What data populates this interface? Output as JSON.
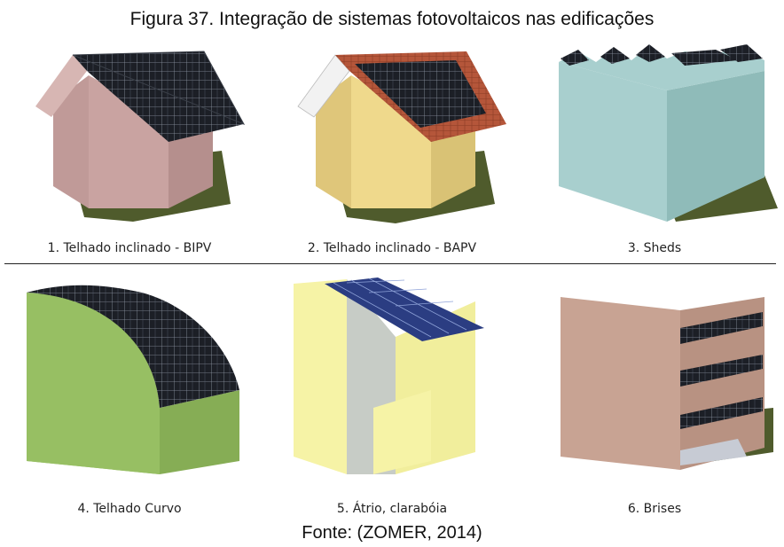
{
  "title": "Figura 37. Integração de sistemas fotovoltaicos nas edificações",
  "source": "Fonte: (ZOMER, 2014)",
  "panels": [
    {
      "caption": "1. Telhado inclinado - BIPV",
      "icon": "pitched-roof-bipv-house"
    },
    {
      "caption": "2. Telhado inclinado - BAPV",
      "icon": "pitched-roof-bapv-house"
    },
    {
      "caption": "3. Sheds",
      "icon": "sheds-building"
    },
    {
      "caption": "4. Telhado Curvo",
      "icon": "curved-roof-building"
    },
    {
      "caption": "5. Átrio, clarabóia",
      "icon": "atrium-skylight-building"
    },
    {
      "caption": "6. Brises",
      "icon": "brise-soleil-building"
    }
  ],
  "colors": {
    "panel_dark": "#1c1f26",
    "panel_grid": "#9aa3b0",
    "wall_pink": "#c9a3a1",
    "wall_yellow": "#efd98c",
    "wall_teal": "#a8cfce",
    "wall_green": "#97bf63",
    "wall_cream": "#f6f3a6",
    "wall_tan": "#c8a393",
    "tile_red": "#b5563a",
    "shadow": "#4f5b2c"
  }
}
